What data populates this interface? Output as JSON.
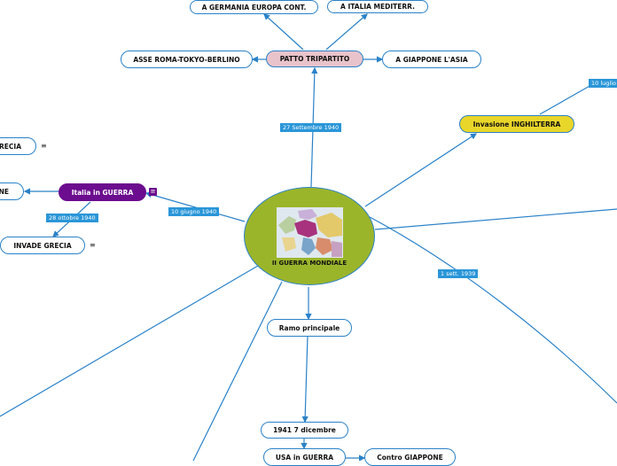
{
  "central": {
    "title": "II GUERRA MONDIALE",
    "image": "europe-map-image"
  },
  "nodes": {
    "germania": "A GERMANIA EUROPA CONT.",
    "italia": "A ITALIA MEDITERR.",
    "asse": "ASSE ROMA-TOKYO-BERLINO",
    "patto": "PATTO TRIPARTITO",
    "giappone": "A GIAPPONE L'ASIA",
    "inghilterra": "Invasione INGHILTERRA",
    "grecia_top": "RECIA",
    "left_edge": "NE",
    "italia_guerra": "Italia in GUERRA",
    "invade_grecia": "INVADE GRECIA",
    "ramo": "Ramo principale",
    "dicembre": "1941 7 dicembre",
    "usa": "USA in GUERRA",
    "contro_giappone": "Contro GIAPPONE"
  },
  "tags": {
    "settembre": "27 Settembre 1940",
    "luglio": "10 luglio",
    "giugno": "10 giugno 1940",
    "ottobre": "28 ottobre 1940",
    "sett1939": "1 sett. 1939"
  },
  "icons": {
    "note": "≡"
  },
  "colors": {
    "link": "#2a82c8",
    "tag": "#2a96d8",
    "central": "#9bb52b",
    "purple": "#6b0d8e",
    "yellow": "#e9d62a",
    "pink": "#e9c3cb"
  }
}
